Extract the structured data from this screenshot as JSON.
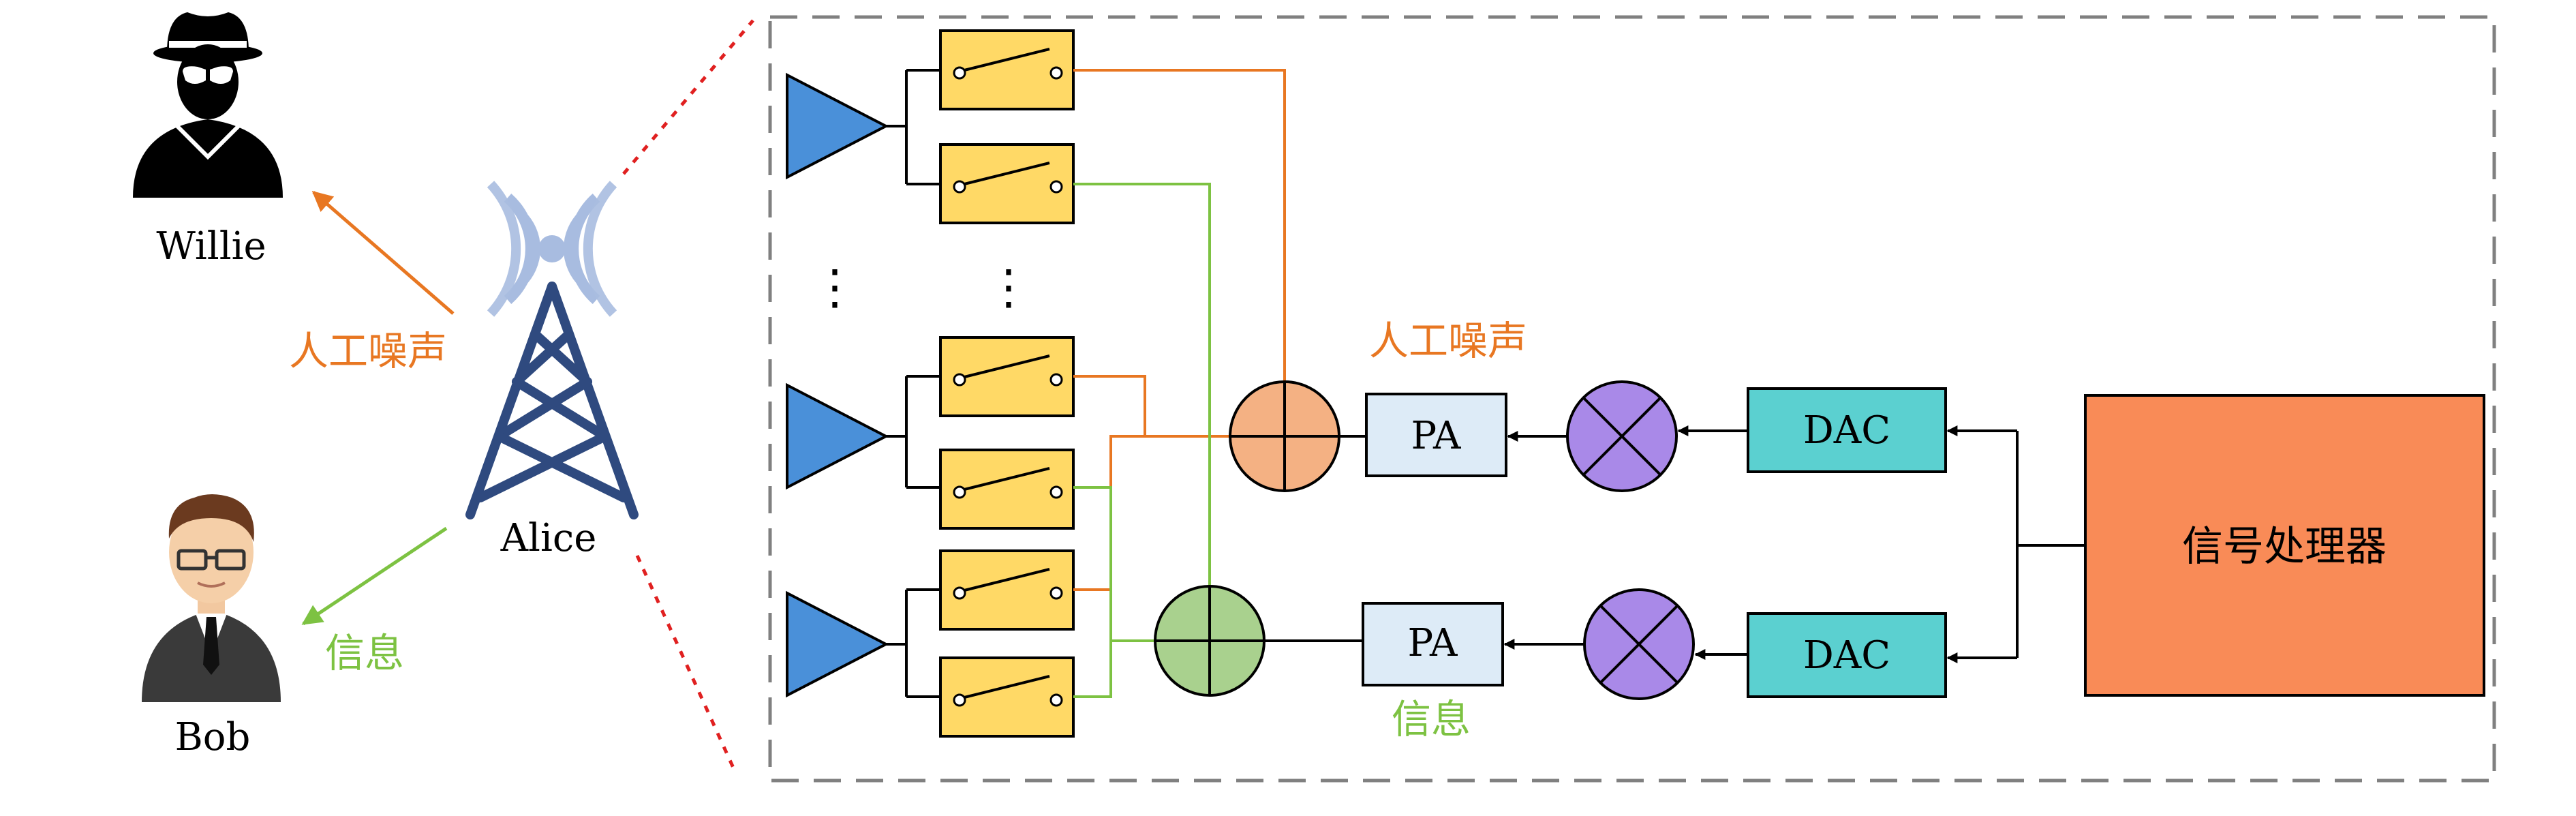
{
  "labels": {
    "willie": "Willie",
    "bob": "Bob",
    "alice": "Alice",
    "noise_arrow": "人工噪声",
    "info_arrow": "信息",
    "noise_branch": "人工噪声",
    "info_branch": "信息",
    "pa_top": "PA",
    "pa_bottom": "PA",
    "dac_top": "DAC",
    "dac_bottom": "DAC",
    "processor": "信号处理器",
    "dots": "⋮"
  },
  "colors": {
    "noise": "#E87722",
    "info": "#7DC242",
    "antenna": "#4A90D9",
    "switch_fill": "#FFD966",
    "adder_noise": "#F4B183",
    "adder_info": "#A9D18E",
    "pa_fill": "#DDEBF7",
    "mixer_fill": "#A989E8",
    "dac_fill": "#5BD0D0",
    "processor_fill": "#F98B57",
    "tower": "#2F4A7F",
    "signal_waves": "#A8BCE0",
    "dashed_box": "#808080",
    "zoom_lines": "#E02020"
  },
  "icons": {
    "willie": "spy-icon",
    "bob": "businessman-icon",
    "alice": "radio-tower-icon"
  }
}
